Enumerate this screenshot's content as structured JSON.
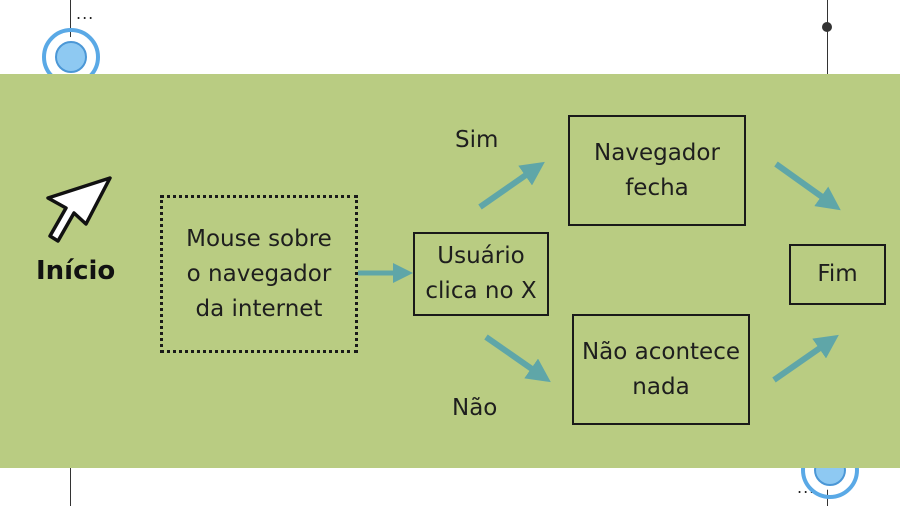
{
  "background": {
    "ellipsis_top": "...",
    "ellipsis_bottom": "..."
  },
  "colors": {
    "panel": "#b9cc82",
    "arrow": "#5fa6a8",
    "target_outer": "#5aa9e6",
    "target_inner": "#8ec9f2"
  },
  "flow": {
    "start": {
      "label": "Início",
      "icon": "cursor-pointer-icon"
    },
    "mouse_box": {
      "line1": "Mouse sobre",
      "line2": "o navegador",
      "line3": "da internet"
    },
    "user_box": {
      "line1": "Usuário",
      "line2": "clica no X"
    },
    "yes_label": "Sim",
    "no_label": "Não",
    "close_box": {
      "line1": "Navegador",
      "line2": "fecha"
    },
    "nothing_box": {
      "line1": "Não acontece",
      "line2": "nada"
    },
    "end_box": {
      "label": "Fim"
    }
  }
}
